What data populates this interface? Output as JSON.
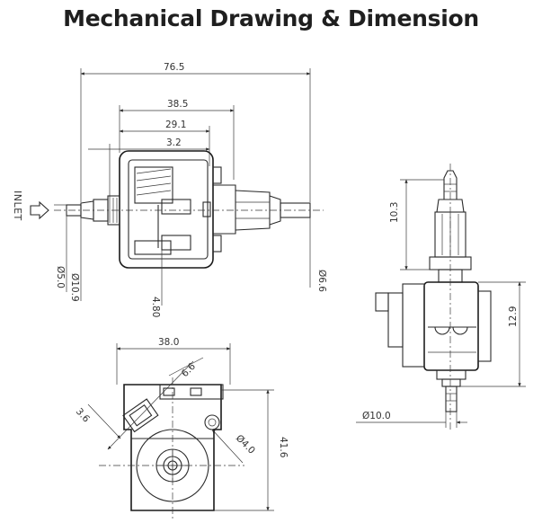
{
  "title": "Mechanical Drawing & Dimension",
  "side_view": {
    "inlet_label": "INLET",
    "dim_overall_length": "76.5",
    "dim_body_length": "38.5",
    "dim_inner_length": "29.1",
    "dim_offset": "3.2",
    "dim_inlet_dia_small": "Ø5.0",
    "dim_inlet_dia_large": "Ø10.9",
    "dim_terminal": "4.80",
    "dim_outlet_dia": "Ø6.6"
  },
  "end_view": {
    "dim_height_top": "10.3",
    "dim_height_bottom": "12.9",
    "dim_base_dia": "Ø10.0"
  },
  "front_view": {
    "dim_width": "38.0",
    "dim_height": "41.6",
    "dim_angle_a": "3.6",
    "dim_angle_b": "6.6",
    "dim_hole_dia": "Ø4.0"
  }
}
